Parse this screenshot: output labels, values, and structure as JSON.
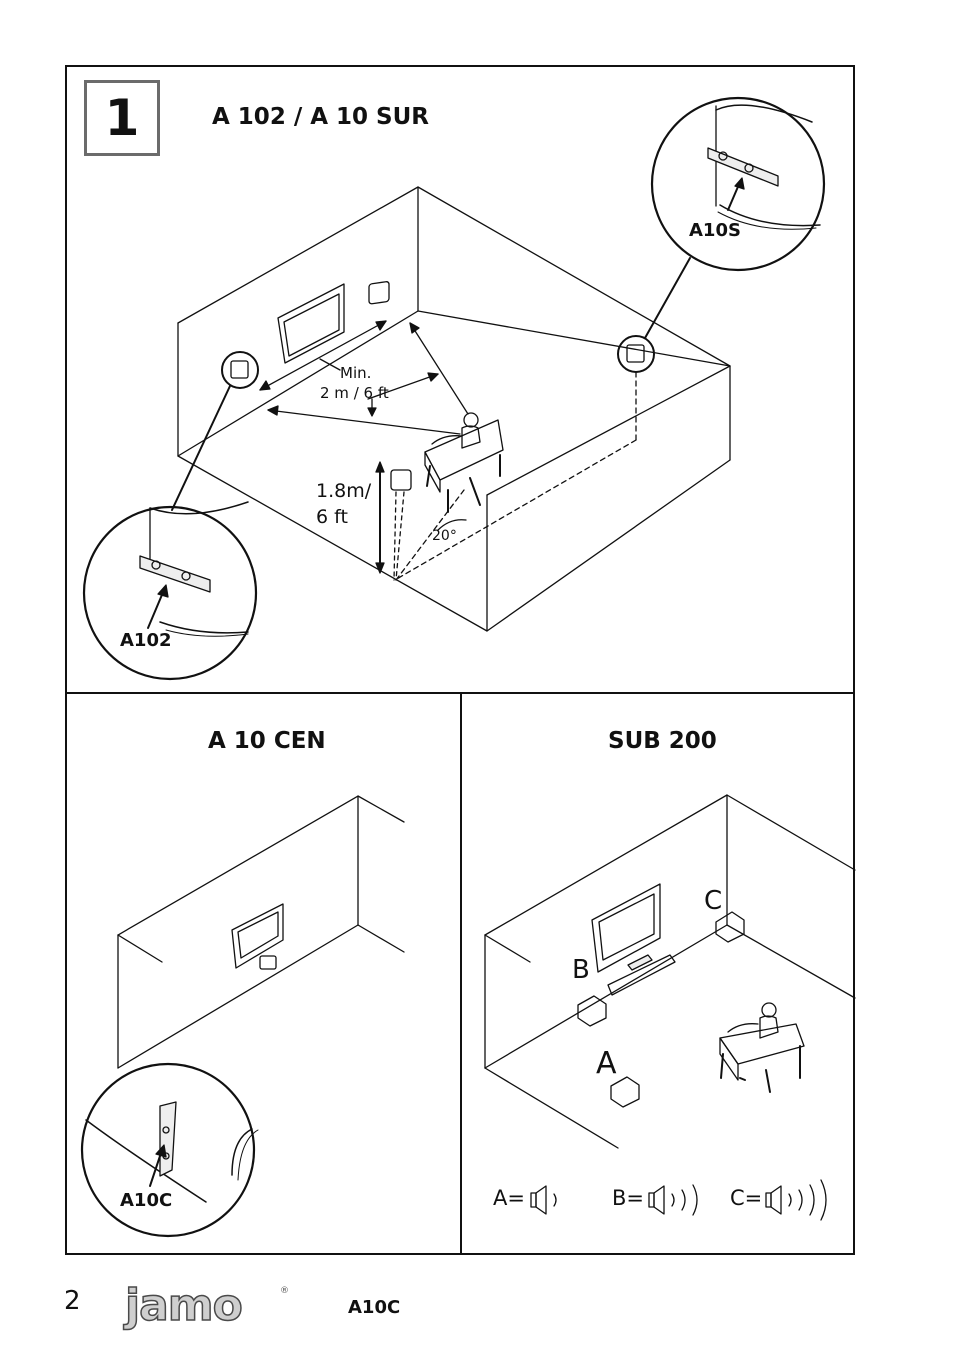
{
  "page": {
    "step_number": "1",
    "page_number": "2",
    "brand": "jamo",
    "model": "A10C"
  },
  "panel_top": {
    "title": "A 102 / A 10 SUR",
    "callout_right": "A10S",
    "callout_left": "A102",
    "distance_min": "Min.",
    "distance_value": "2 m / 6 ft",
    "height_line1": "1.8m/",
    "height_line2": "6 ft",
    "angle": "20°"
  },
  "panel_bottom_left": {
    "title": "A 10 CEN",
    "callout": "A10C"
  },
  "panel_bottom_right": {
    "title": "SUB 200",
    "position_a": "A",
    "position_b": "B",
    "position_c": "C",
    "legend_a": "A=",
    "legend_b": "B=",
    "legend_c": "C="
  }
}
